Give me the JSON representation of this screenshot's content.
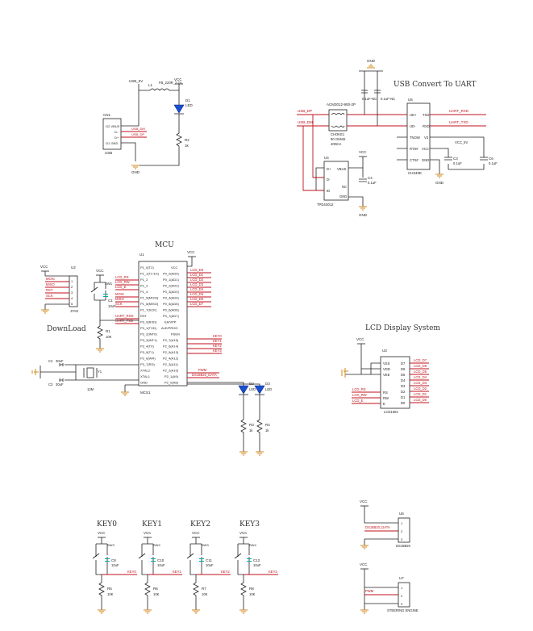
{
  "titles": {
    "usb_uart": "USB Convert To UART",
    "mcu": "MCU",
    "download": "DownLoad",
    "lcd": "LCD Display System",
    "key0": "KEY0",
    "key1": "KEY1",
    "key2": "KEY2",
    "key3": "KEY3"
  },
  "usb_section": {
    "connector_ref": "CN1",
    "connector_name": "USB",
    "pins": [
      "G2 VBUS",
      "D-",
      "D+",
      "G1 GND"
    ],
    "nets": [
      "USB_5V",
      "USB_DM",
      "USB_DP"
    ],
    "ferrite_ref": "L1",
    "ferrite_val": "FB_220R_2.2A",
    "vcc": "VCC",
    "led_ref": "D1",
    "led_val": "LED",
    "r_ref": "R2",
    "r_val": "1k",
    "gnd": "GND"
  },
  "uart_section": {
    "net_dp": "USB_DP",
    "net_dm": "USB_DM",
    "choke_ref": "ACM3012-900-2P",
    "choke_name": "CHOKE1",
    "choke_val1": "90 OHMS",
    "choke_val2": "400mA",
    "ic_ref": "U5",
    "ic_name": "CH340E",
    "ic_left_pins": [
      "UD+",
      "UD-",
      "TNOW",
      "RTS#",
      "CTS#"
    ],
    "ic_right_pins": [
      "TXD",
      "RXD",
      "V3",
      "VCC",
      "GND"
    ],
    "out_rxd": "UART_RXD",
    "out_txd": "UART_TXD",
    "c1": "0.1uF-NC",
    "c2": "0.1uF-NC",
    "c3_ref": "C3",
    "c3_val": "0.1uF",
    "c6_ref": "C6",
    "c6_val": "0.1uF",
    "vcc5": "VCC_5V",
    "tvs_ref": "U4",
    "tvs_name": "TPD4S012",
    "tvs_left": [
      "D+",
      "D-",
      "ID"
    ],
    "tvs_right": [
      "VBUS",
      "NC",
      "GND"
    ],
    "c4_ref": "C4",
    "c4_val": "0.1uF",
    "vcc": "VCC",
    "gnd": "GND"
  },
  "mcu_section": {
    "ic_ref": "U1",
    "ic_name": "MCS1",
    "left_pins": [
      "P1_0(T2)",
      "P1_1(T2 EX)",
      "P1_2",
      "P1_3",
      "P1_4",
      "P1_5(MOSI)",
      "P1_6(MISO)",
      "P1_7(SCK)",
      "RST",
      "P3_0(RXD)",
      "P3_1(TXD)",
      "P3_2(INT0)",
      "P3_3(INT1)",
      "P3_4(T0)",
      "P3_5(T1)",
      "P3_6(WR)",
      "P3_7(RD)",
      "XTAL2",
      "XTAL1",
      "GND"
    ],
    "right_pins": [
      "VCC",
      "P0_0(AD0)",
      "P0_1(AD1)",
      "P0_2(AD2)",
      "P0_3(AD3)",
      "P0_4(AD4)",
      "P0_5(AD5)",
      "P0_6(AD6)",
      "P0_7(AD7)",
      "EA/VPP",
      "ALE/PROG",
      "PSEN",
      "P2_7(A15)",
      "P2_6(A14)",
      "P2_5(A13)",
      "P2_4(A12)",
      "P2_3(A11)",
      "P2_2(A10)",
      "P2_1(A9)",
      "P2_0(A8)"
    ],
    "left_nets": [
      "LCD_RS",
      "LCD_RW",
      "LCD_E",
      "MOSI",
      "MISO",
      "SCK",
      "UART_RXD",
      "UART_TXD"
    ],
    "right_nets": [
      "LCD_D0",
      "LCD_D1",
      "LCD_D2",
      "LCD_D3",
      "LCD_D4",
      "LCD_D5",
      "LCD_D6",
      "LCD_D7",
      "KEY0",
      "KEY1",
      "KEY2",
      "KEY3",
      "PWM",
      "DS18B20_DATA"
    ],
    "jtag_ref": "U2",
    "jtag_name": "JTAG",
    "jtag_pins": [
      "1",
      "2",
      "3",
      "4",
      "5"
    ],
    "jtag_nets": [
      "MOSI",
      "MISO",
      "RST",
      "SCK"
    ],
    "sw_ref": "SW1",
    "c1_ref": "C1",
    "c1_val": "10uF",
    "r1_ref": "R1",
    "r1_val": "10K",
    "c2_ref": "C2",
    "c2_val": "30uF",
    "c3_ref": "C3",
    "c3_val": "30uF",
    "y_ref": "Y1",
    "y_val": "12M",
    "d2_ref": "D2",
    "d3_ref": "D3",
    "led_val": "LED",
    "r3_ref": "R3",
    "r4_ref": "R4",
    "r_val": "1k",
    "vcc": "VCC"
  },
  "lcd_section": {
    "ic_ref": "U3",
    "ic_name": "LCD1602",
    "left_pins": [
      "VSS",
      "VDD",
      "VEE",
      "RS",
      "RW",
      "E"
    ],
    "right_pins": [
      "D7",
      "D6",
      "D5",
      "D4",
      "D3",
      "D2",
      "D1",
      "D0"
    ],
    "left_nets": [
      "LCD_RS",
      "LCD_RW",
      "LCD_E"
    ],
    "right_nets": [
      "LCD_D7",
      "LCD_D6",
      "LCD_D5",
      "LCD_D4",
      "LCD_D3",
      "LCD_D2",
      "LCD_D1",
      "LCD_D0"
    ],
    "vcc": "VCC"
  },
  "keys": [
    {
      "sw": "SW3",
      "c": "C8",
      "c_val": "10uF",
      "r": "R5",
      "r_val": "10K",
      "net": "KEY0"
    },
    {
      "sw": "SW2",
      "c": "C10",
      "c_val": "10uF",
      "r": "R6",
      "r_val": "10K",
      "net": "KEY1"
    },
    {
      "sw": "SW3",
      "c": "C11",
      "c_val": "10uF",
      "r": "R7",
      "r_val": "10K",
      "net": "KEY2"
    },
    {
      "sw": "SW4",
      "c": "C12",
      "c_val": "10uF",
      "r": "R8",
      "r_val": "10K",
      "net": "KEY3"
    }
  ],
  "sensor_section": {
    "u6_ref": "U6",
    "u6_name": "DS18B20",
    "u6_net": "DS18B20_DATA",
    "u7_ref": "U7",
    "u7_name": "STEERING ENGINE",
    "u7_net": "PWM",
    "pins": [
      "1",
      "2",
      "3"
    ],
    "vcc": "VCC"
  }
}
